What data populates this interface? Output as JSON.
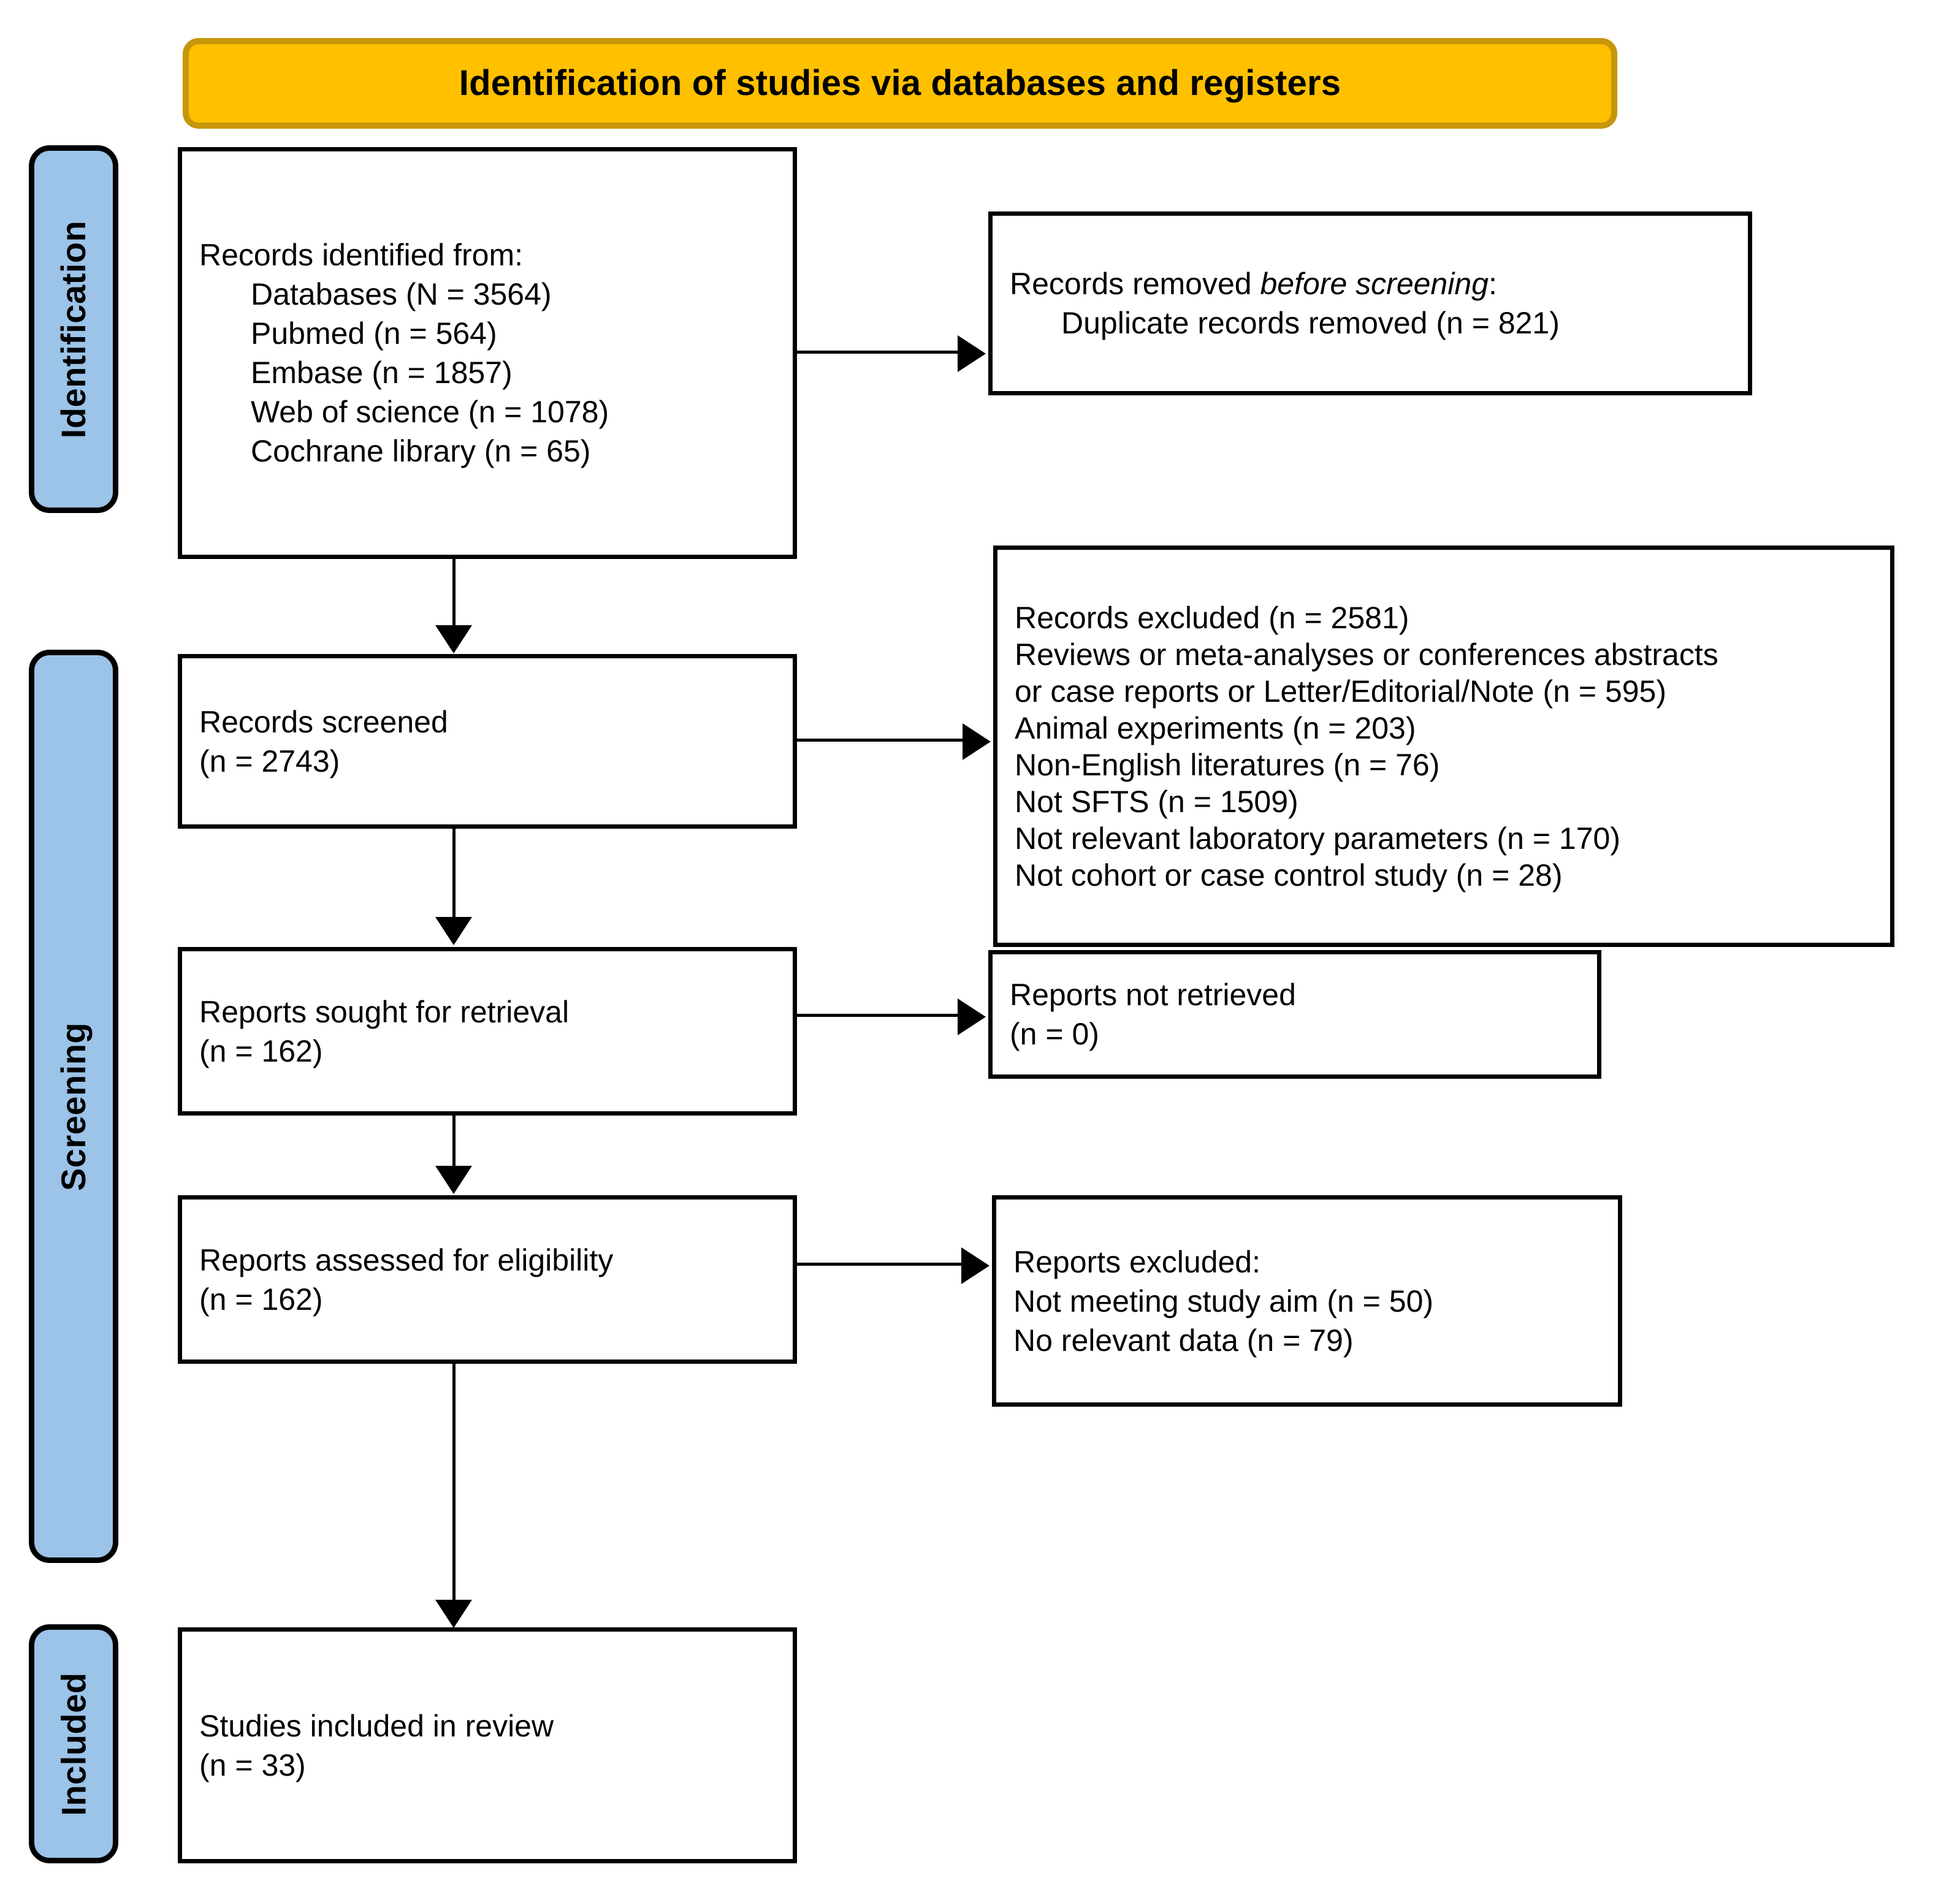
{
  "banner": {
    "title": "Identification of studies via databases and registers"
  },
  "stages": [
    {
      "key": "identification",
      "label": "Identification"
    },
    {
      "key": "screening",
      "label": "Screening"
    },
    {
      "key": "included",
      "label": "Included"
    }
  ],
  "boxes": {
    "records_identified": {
      "title": "Records identified from:",
      "lines": [
        "Databases (N = 3564)",
        "Pubmed (n = 564)",
        "Embase (n = 1857)",
        "Web of science (n = 1078)",
        "Cochrane library (n = 65)"
      ]
    },
    "records_removed": {
      "title_prefix": "Records removed ",
      "title_italic": "before screening",
      "title_suffix": ":",
      "lines": [
        "Duplicate records removed (n = 821)"
      ]
    },
    "records_screened": {
      "title": "Records screened",
      "count": "(n = 2743)"
    },
    "records_excluded": {
      "lines": [
        "Records excluded (n = 2581)",
        "Reviews or meta-analyses or conferences abstracts",
        "or case reports or Letter/Editorial/Note (n = 595)",
        "Animal experiments (n = 203)",
        "Non-English literatures (n = 76)",
        "Not SFTS (n = 1509)",
        "Not relevant laboratory parameters (n = 170)",
        "Not cohort or case control study (n = 28)"
      ]
    },
    "reports_sought": {
      "title": "Reports sought for retrieval",
      "count": "(n = 162)"
    },
    "reports_not_retrieved": {
      "title": "Reports not retrieved",
      "count": "(n = 0)"
    },
    "reports_assessed": {
      "title": "Reports assessed for eligibility",
      "count": "(n = 162)"
    },
    "reports_excluded": {
      "title": "Reports excluded:",
      "lines": [
        "Not meeting study aim (n = 50)",
        "No relevant data (n = 79)"
      ]
    },
    "studies_included": {
      "title": "Studies included in review",
      "count": "(n = 33)"
    }
  },
  "colors": {
    "banner_fill": "#FFC000",
    "banner_border": "#C8960C",
    "stage_fill": "#9CC3E8",
    "box_border": "#000000",
    "text": "#000000"
  }
}
